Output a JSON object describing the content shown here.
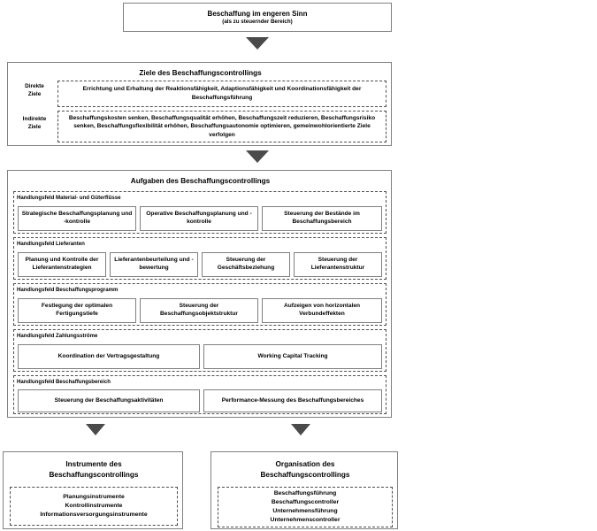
{
  "diagram": {
    "top": {
      "title": "Beschaffung im engeren Sinn",
      "subtitle": "(als zu steuernder Bereich)"
    },
    "goals": {
      "title": "Ziele des Beschaffungscontrollings",
      "direct_label": "Direkte\nZiele",
      "direct_label_line1": "Direkte",
      "direct_label_line2": "Ziele",
      "direct_text": "Errichtung und Erhaltung der Reaktionsfähigkeit, Adaptionsfähigkeit und Koordinationsfähigkeit der Beschaffungsführung",
      "indirect_label_line1": "Indirekte",
      "indirect_label_line2": "Ziele",
      "indirect_text": "Beschaffungskosten senken, Beschaffungsqualität erhöhen, Beschaffungszeit reduzieren, Beschaffungsrisiko senken, Beschaffungsflexibilität erhöhen, Beschaffungsautonomie optimieren, gemeinwohlorientierte Ziele verfolgen"
    },
    "tasks": {
      "title": "Aufgaben des Beschaffungscontrollings",
      "fields": [
        {
          "label": "Handlungsfeld Material- und Güterflüsse",
          "items": [
            "Strategische Beschaffungsplanung und -kontrolle",
            "Operative Beschaffungsplanung und -kontrolle",
            "Steuerung der Bestände im Beschaffungsbereich"
          ]
        },
        {
          "label": "Handlungsfeld Lieferanten",
          "items": [
            "Planung und Kontrolle der Lieferantenstrategien",
            "Lieferantenbeurteilung und -bewertung",
            "Steuerung der Geschäftsbeziehung",
            "Steuerung der Lieferantenstruktur"
          ]
        },
        {
          "label": "Handlungsfeld Beschaffungsprogramm",
          "items": [
            "Festlegung der optimalen Fertigungstiefe",
            "Steuerung der Beschaffungsobjektstruktur",
            "Aufzeigen von horizontalen Verbundeffekten"
          ]
        },
        {
          "label": "Handlungsfeld Zahlungsströme",
          "items": [
            "Koordination der Vertragsgestaltung",
            "Working Capital Tracking"
          ]
        },
        {
          "label": "Handlungsfeld Beschaffungsbereich",
          "items": [
            "Steuerung der Beschaffungsaktivitäten",
            "Performance-Messung des Beschaffungsbereiches"
          ]
        }
      ]
    },
    "bottom_left": {
      "title_line1": "Instrumente des",
      "title_line2": "Beschaffungscontrollings",
      "items": [
        "Planungsinstrumente",
        "Kontrollinstrumente",
        "Informationsversorgungsinstrumente"
      ]
    },
    "bottom_right": {
      "title_line1": "Organisation des",
      "title_line2": "Beschaffungscontrollings",
      "items": [
        "Beschaffungsführung",
        "Beschaffungscontroller",
        "Unternehmensführung",
        "Unternehmenscontroller"
      ]
    },
    "colors": {
      "box_border": "#808080",
      "dashed_border": "#4d4d4d",
      "arrow_fill": "#4a4a4a",
      "background": "#ffffff",
      "text": "#000000"
    }
  }
}
